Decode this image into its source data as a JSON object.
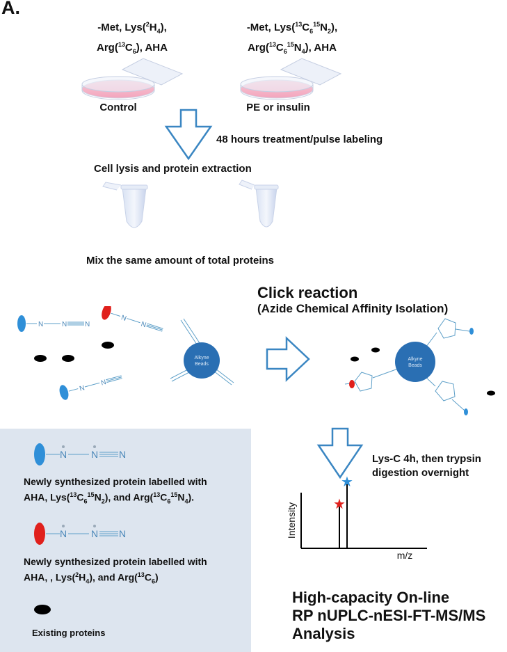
{
  "panel_label": "A.",
  "medium_left": {
    "line1_pre": "-Met, Lys(",
    "line1_sup": "2",
    "line1_mid": "H",
    "line1_sub": "4",
    "line1_post": "),",
    "line2_pre": "Arg(",
    "line2_sup": "13",
    "line2_mid": "C",
    "line2_sub": "6",
    "line2_post": "), AHA"
  },
  "medium_right": {
    "l1_a": "-Met, Lys(",
    "l1_sup1": "13",
    "l1_b": "C",
    "l1_sub1": "6",
    "l1_sup2": "15",
    "l1_c": "N",
    "l1_sub2": "2",
    "l1_d": "),",
    "l2_a": "Arg(",
    "l2_sup1": "13",
    "l2_b": "C",
    "l2_sub1": "6",
    "l2_sup2": "15",
    "l2_c": "N",
    "l2_sub2": "4",
    "l2_d": "), AHA"
  },
  "dish_left_label": "Control",
  "dish_right_label": "PE or insulin",
  "step_treatment": "48 hours treatment/pulse labeling",
  "step_lysis": "Cell lysis and protein extraction",
  "step_mix": "Mix the same amount of total proteins",
  "click_title": "Click reaction",
  "click_subtitle": "(Azide Chemical Affinity Isolation)",
  "beads_label_1": "Alkyne",
  "beads_label_2": "Beads",
  "atom_N": "N",
  "digestion_1": "Lys-C 4h, then trypsin",
  "digestion_2": "digestion overnight",
  "spectrum_ylabel": "Intensity",
  "spectrum_xlabel": "m/z",
  "analysis": [
    "High-capacity On-line",
    "RP nUPLC-nESI-FT-MS/MS",
    "Analysis"
  ],
  "legend": {
    "blue_l1": "Newly synthesized protein labelled with",
    "blue_l2_a": "AHA, Lys(",
    "blue_l2_sup1": "13",
    "blue_l2_b": "C",
    "blue_l2_sub1": "6",
    "blue_l2_sup2": "15",
    "blue_l2_c": "N",
    "blue_l2_sub2": "2",
    "blue_l2_d": "), and Arg(",
    "blue_l2_sup3": "13",
    "blue_l2_e": "C",
    "blue_l2_sub3": "6",
    "blue_l2_sup4": "15",
    "blue_l2_f": "N",
    "blue_l2_sub4": "4",
    "blue_l2_g": ").",
    "red_l1": "Newly synthesized protein labelled with",
    "red_l2_a": "AHA, , Lys(",
    "red_l2_sup1": "2",
    "red_l2_b": "H",
    "red_l2_sub1": "4",
    "red_l2_c": "), and Arg(",
    "red_l2_sup2": "13",
    "red_l2_d": "C",
    "red_l2_sub2": "6",
    "red_l2_e": ")",
    "black": "Existing proteins"
  },
  "colors": {
    "blue_tag": "#2f8fd8",
    "red_tag": "#e0201c",
    "bead": "#2a6fb3",
    "arrow": "#3a86c2",
    "linker": "#5d9fc8",
    "legend_bg": "#dde5ef"
  }
}
